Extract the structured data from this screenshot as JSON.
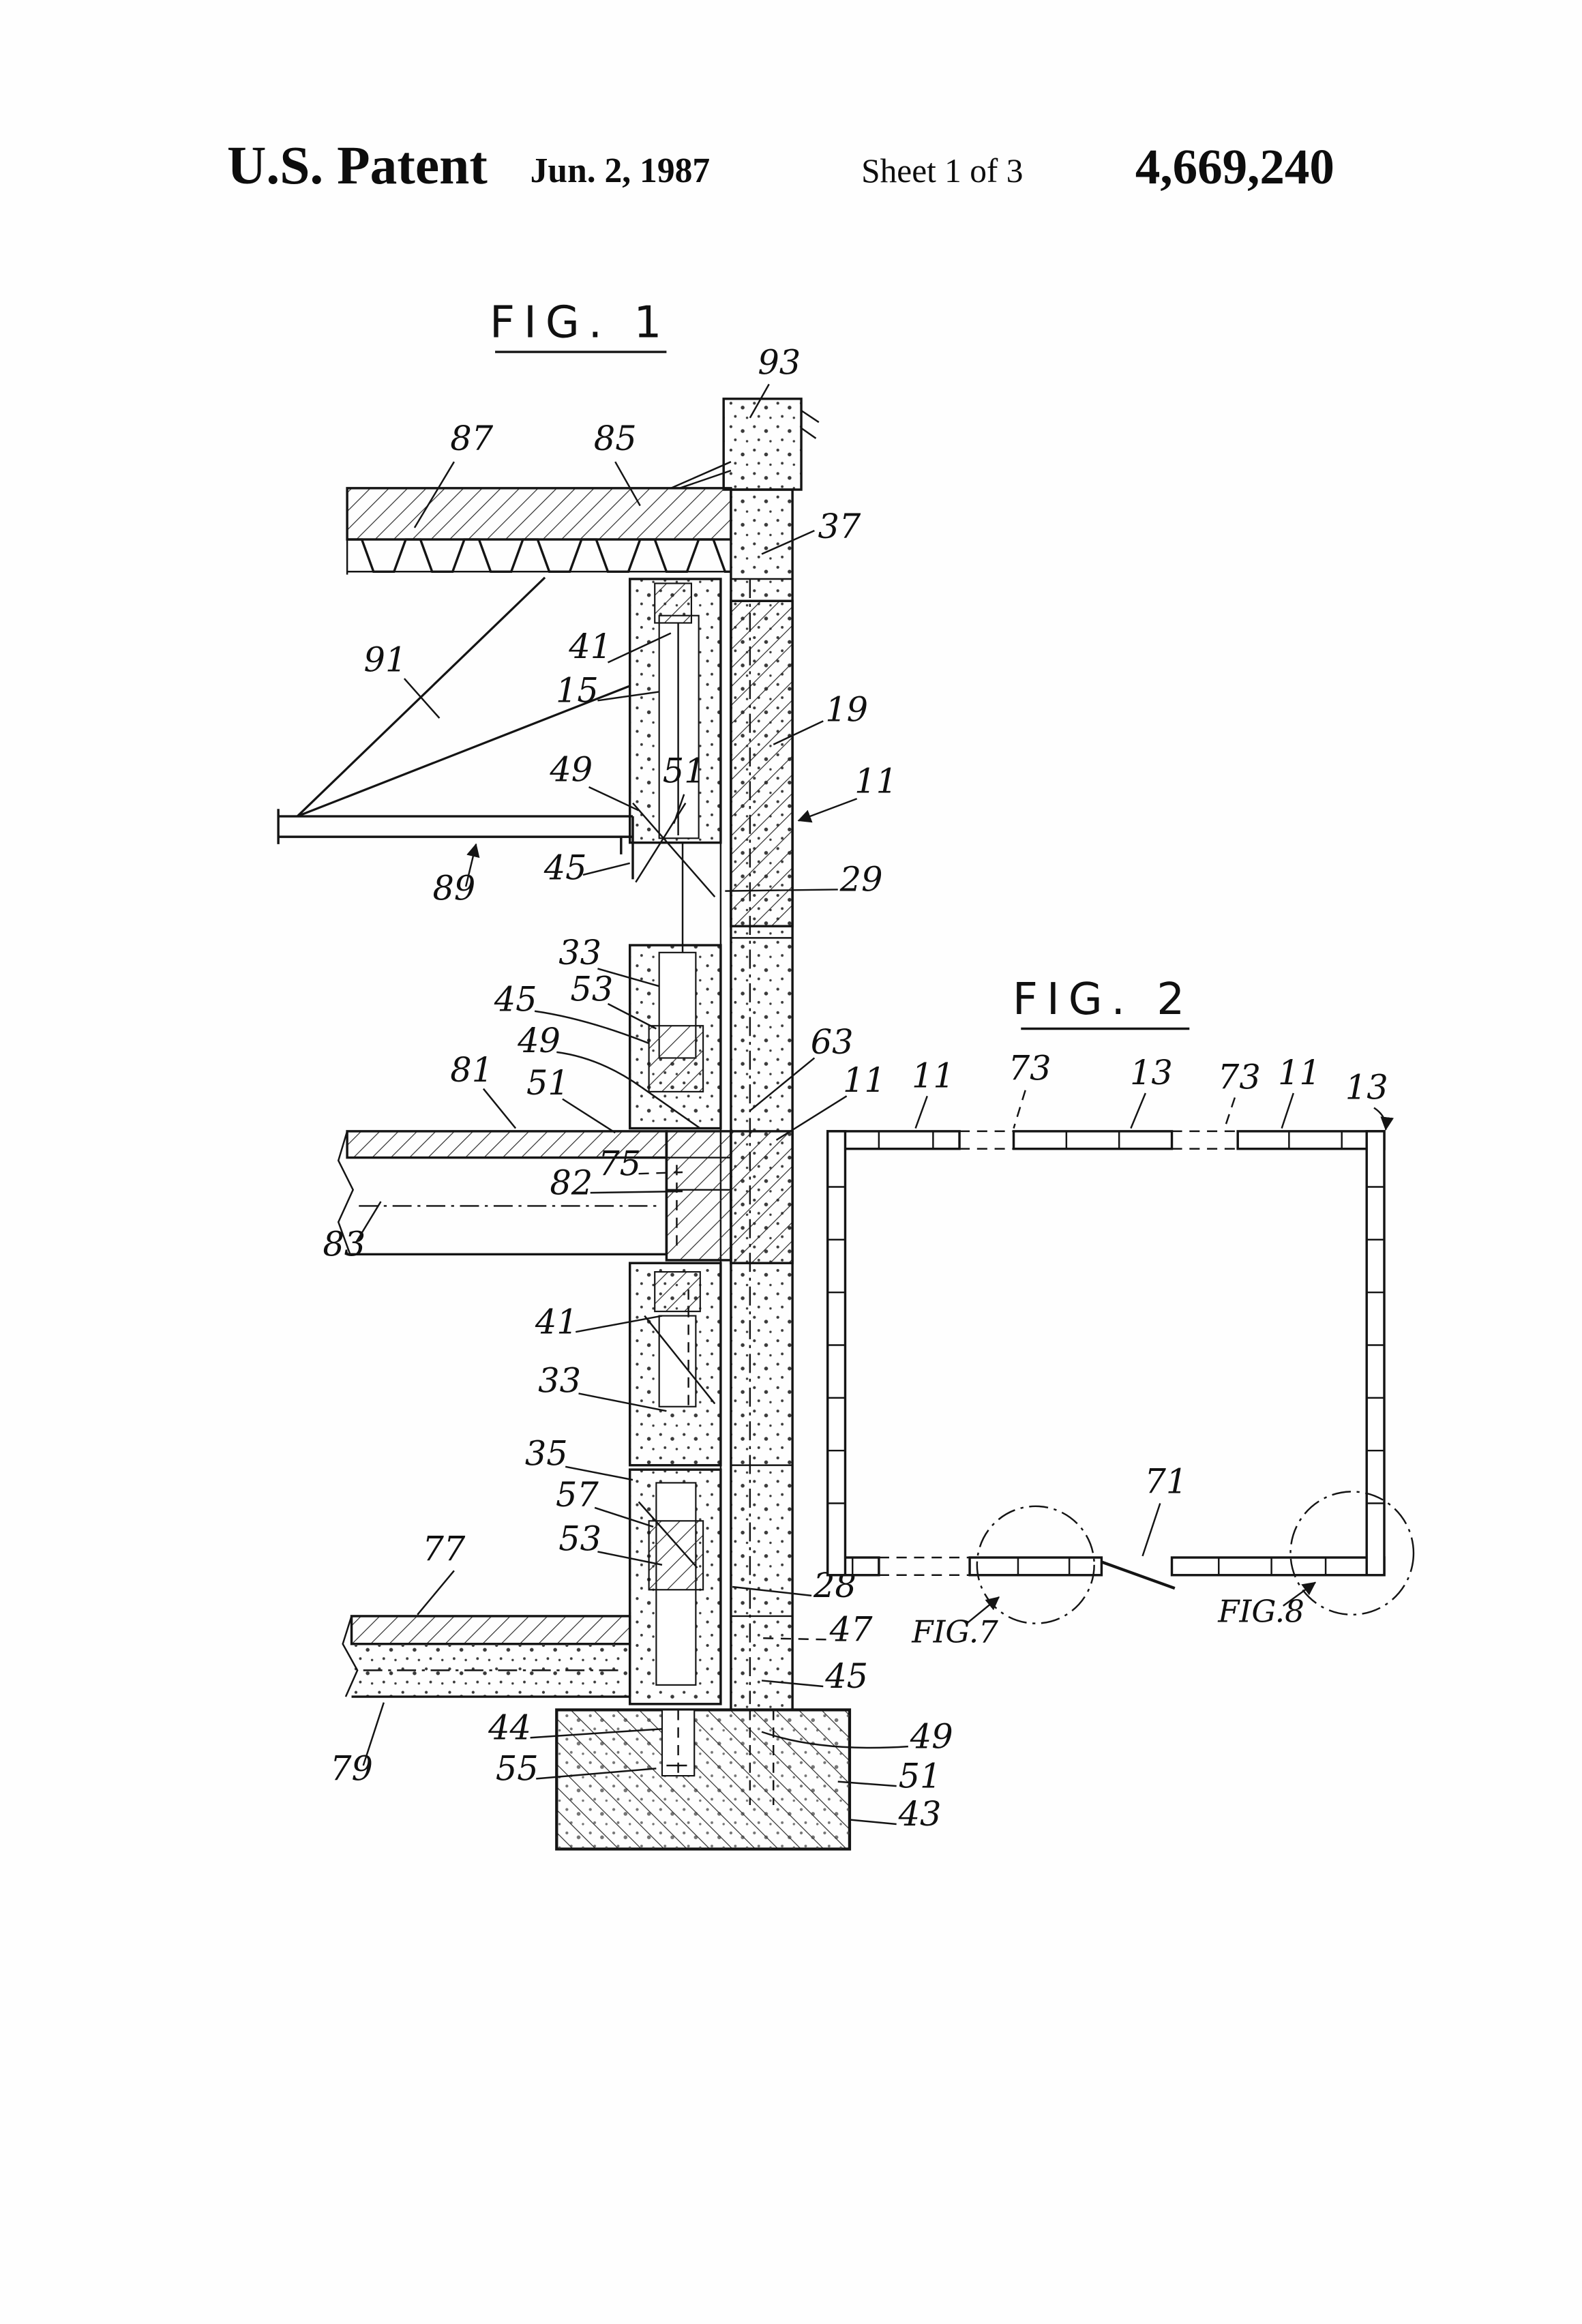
{
  "header": {
    "title": "U.S. Patent",
    "date": "Jun. 2, 1987",
    "sheet": "Sheet 1 of 3",
    "number": "4,669,240"
  },
  "fig1": {
    "title": "FIG. 1",
    "labels": [
      "93",
      "87",
      "85",
      "37",
      "91",
      "41",
      "15",
      "19",
      "49",
      "51",
      "11",
      "89",
      "45",
      "29",
      "33",
      "45",
      "53",
      "49",
      "63",
      "81",
      "51",
      "11",
      "75",
      "82",
      "83",
      "41",
      "33",
      "35",
      "57",
      "53",
      "28",
      "47",
      "77",
      "45",
      "44",
      "49",
      "55",
      "51",
      "79",
      "43"
    ]
  },
  "fig2": {
    "title": "FIG. 2",
    "labels": [
      "11",
      "73",
      "13",
      "73",
      "11",
      "13",
      "71",
      "FIG.7",
      "FIG.8"
    ]
  }
}
